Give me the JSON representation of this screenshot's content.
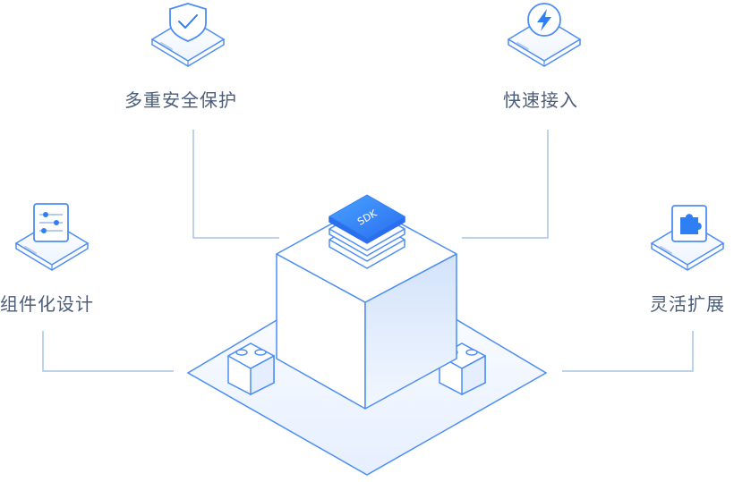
{
  "features": {
    "top_left": {
      "label": "多重安全保护",
      "icon": "shield-check-icon"
    },
    "top_right": {
      "label": "快速接入",
      "icon": "lightning-icon"
    },
    "left": {
      "label": "组件化设计",
      "icon": "sliders-icon"
    },
    "right": {
      "label": "灵活扩展",
      "icon": "puzzle-icon"
    }
  },
  "center": {
    "chip_label": "SDK",
    "icon": "sdk-cube"
  },
  "colors": {
    "line": "#4c8df6",
    "accent": "#2f7ff4",
    "label": "#4b5d7a",
    "connector": "#a9c3e8"
  }
}
